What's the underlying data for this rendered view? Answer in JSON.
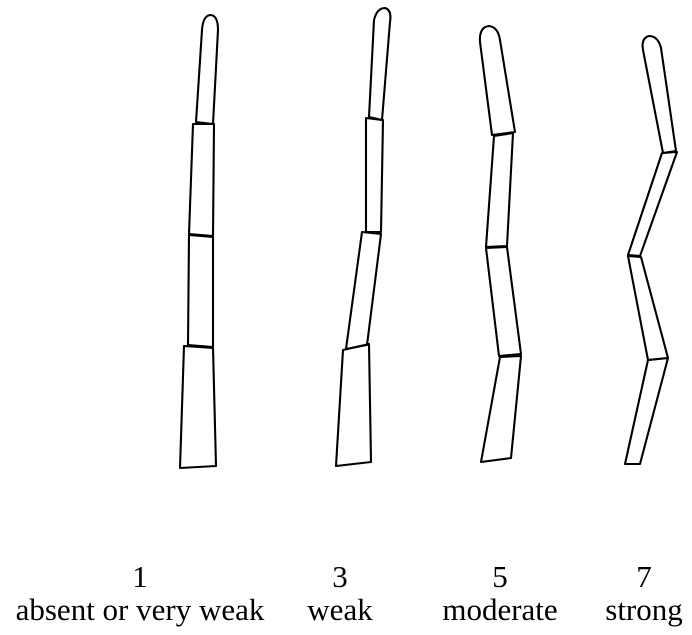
{
  "scale": [
    {
      "score": "1",
      "label": "absent or very weak"
    },
    {
      "score": "3",
      "label": "weak"
    },
    {
      "score": "5",
      "label": "moderate"
    },
    {
      "score": "7",
      "label": "strong"
    }
  ],
  "colors": {
    "background": "#ffffff",
    "ink": "#000000"
  }
}
